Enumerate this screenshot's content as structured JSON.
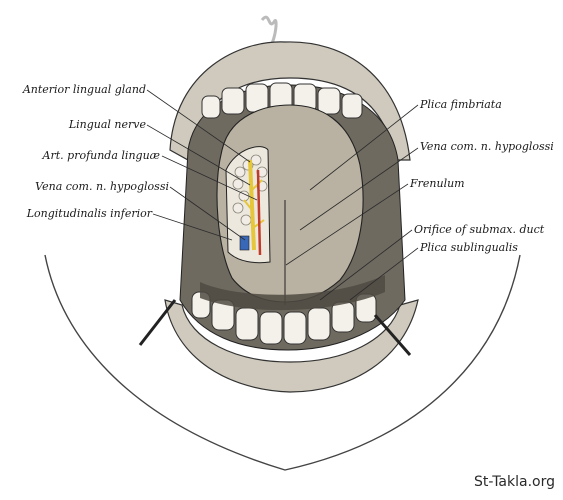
{
  "figure": {
    "labels_left": [
      "Anterior lingual gland",
      "Lingual nerve",
      "Art. profunda linguæ",
      "Vena com. n. hypoglossi",
      "Longitudinalis inferior"
    ],
    "labels_right": [
      "Plica fimbriata",
      "Vena com. n. hypoglossi",
      "Frenulum",
      "Orifice of submax. duct",
      "Plica sublingualis"
    ],
    "watermark": "St-Takla.org"
  },
  "colors": {
    "nerve": "#e6c63a",
    "artery": "#c23a2a",
    "vein": "#3a68b8",
    "gland": "#f1ede6",
    "tissue": "#d6d0c2",
    "line": "#2b2b2b"
  }
}
